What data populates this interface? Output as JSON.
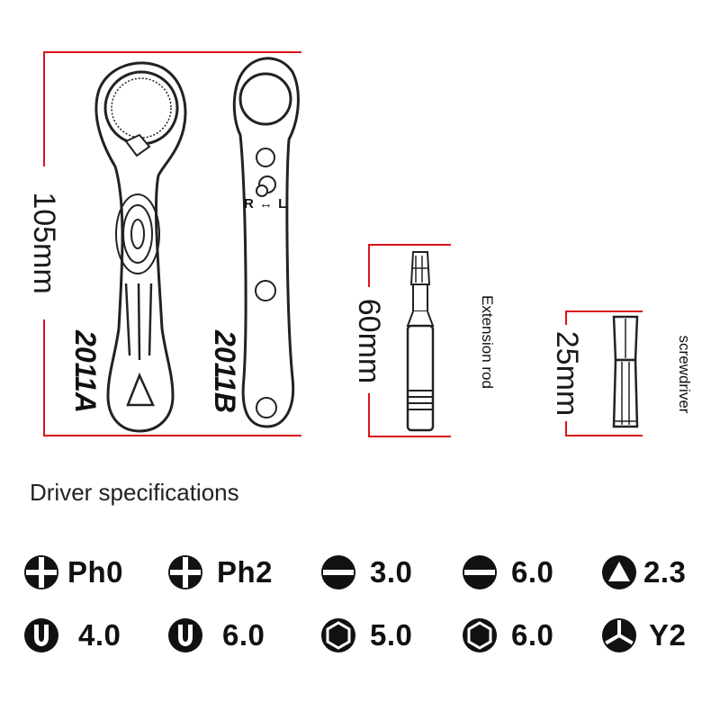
{
  "colors": {
    "dimension": "#d9141b",
    "ink": "#111111",
    "background": "#ffffff"
  },
  "tools": {
    "wrench_a": {
      "model": "2011A"
    },
    "wrench_b": {
      "model": "2011B",
      "direction_label": "R ↔ L"
    },
    "wrench_height": "105mm",
    "extension_rod": {
      "length": "60mm",
      "caption": "Extension rod"
    },
    "screwdriver_bit": {
      "length": "25mm",
      "caption": "screwdriver"
    }
  },
  "specs": {
    "heading": "Driver specifications",
    "bits": [
      {
        "icon": "phillips-icon",
        "label": "Ph0"
      },
      {
        "icon": "phillips-icon",
        "label": "Ph2"
      },
      {
        "icon": "slotted-icon",
        "label": "3.0"
      },
      {
        "icon": "slotted-icon",
        "label": "6.0"
      },
      {
        "icon": "triangle-icon",
        "label": "2.3"
      },
      {
        "icon": "u-type-icon",
        "label": "4.0"
      },
      {
        "icon": "u-type-icon",
        "label": "6.0"
      },
      {
        "icon": "hex-icon",
        "label": "5.0"
      },
      {
        "icon": "hex-icon",
        "label": "6.0"
      },
      {
        "icon": "tri-wing-icon",
        "label": "Y2"
      }
    ]
  }
}
